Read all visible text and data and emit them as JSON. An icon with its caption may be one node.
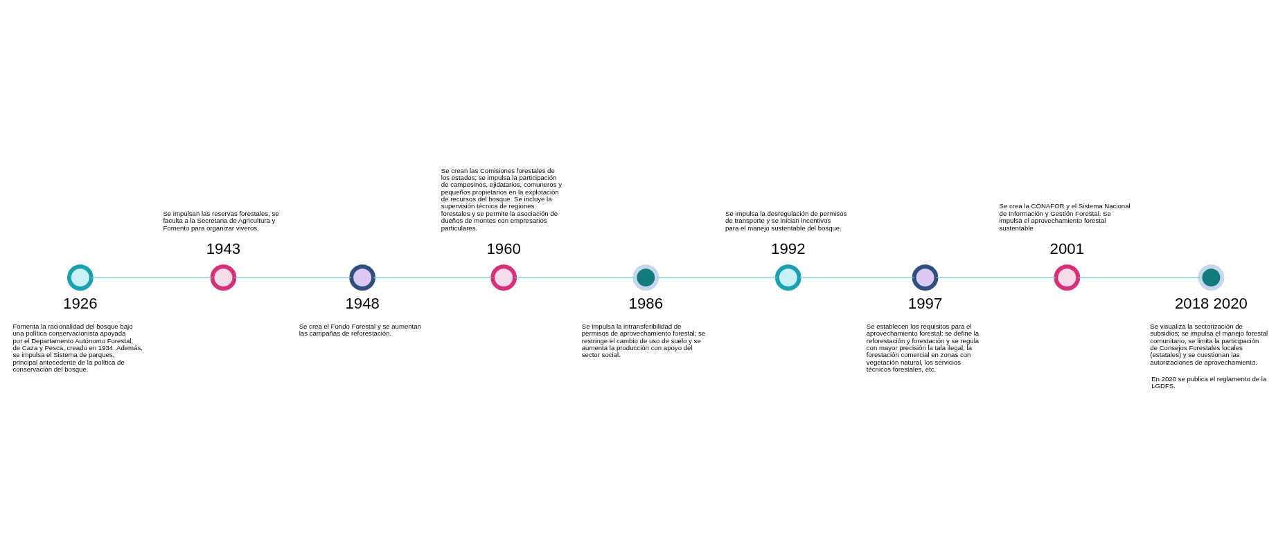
{
  "diagram": {
    "nodes": [
      {
        "text": [],
        "shape": "circle",
        "beside": [
          "1926",
          "Fomenta la racionalidad del bosque bajo una política conservacionista apoyada por el Departamento Autónomo Forestal, de Caza y Pesca, creado en 1934. Además, se impulsa el Sistema de parques, principal antecedente de la política de conservación del bosque."
        ]
      },
      {
        "text": [],
        "shape": "circle",
        "beside": [
          "Se impulsan las reservas forestales, se faculta a la Secretaria de Agricultura y Fomento para organizar viveros.",
          "1943"
        ]
      },
      {
        "text": [],
        "shape": "circle",
        "beside": [
          "1948",
          "Se crea el Fondo Forestal y se aumentan las campañas de reforestación."
        ]
      },
      {
        "text": [],
        "shape": "circle",
        "beside": [
          "Se crean las Comisiones forestales de los estados; se impulsa la participación de campesinos, ejidatarios, comuneros y pequeños propietarios en la explotación de recursos del bosque. Se incluye la supervisión técnica de regiones forestales y se permite la asociación de dueños de montes con empresarios particulares.",
          "1960"
        ]
      },
      {
        "text": [],
        "shape": "circle",
        "beside": [
          "1986",
          "Se impulsa la intransferibilidad de permisos de aprovechamiento forestal; se restringe el cambio de uso de suelo y se aumenta la producción con apoyo del sector social."
        ]
      },
      {
        "text": [],
        "shape": "circle",
        "beside": [
          "Se impulsa la desregulación de permisos de transporte y se inician incentivos para el manejo sustentable del bosque.",
          "1992"
        ]
      },
      {
        "text": [],
        "shape": "circle",
        "beside": [
          "1997",
          "Se establecen los requisitos para el aprovechamiento forestal; se define la reforestación y forestación y se regula con mayor precisión la tala ilegal, la forestación comercial en zonas con vegetación natural, los servicios técnicos forestales, etc."
        ]
      },
      {
        "text": [],
        "shape": "circle",
        "beside": [
          "Se crea la CONAFOR y el Sistema Nacional de Información y Gestión Forestal. Se impulsa el aprovechamiento forestal sustentable",
          "2001"
        ]
      },
      {
        "text": [],
        "shape": "circle",
        "beside": [
          "2018 2020",
          "Se visualiza la sectorización de subsidios; se impulsa el manejo forestal comunitario, se limita la participación de Consejos Forestales locales (estatales) y se cuestionan las autorizaciones de aprovechamiento.",
          "En 2020 se publica el reglamento de la LGDFS."
        ]
      }
    ],
    "edges": [
      {
        "from": 0,
        "to": 1,
        "arrow": "none"
      },
      {
        "from": 1,
        "to": 2,
        "arrow": "none"
      },
      {
        "from": 2,
        "to": 3,
        "arrow": "none"
      },
      {
        "from": 3,
        "to": 4,
        "arrow": "none"
      },
      {
        "from": 4,
        "to": 5,
        "arrow": "none"
      },
      {
        "from": 5,
        "to": 6,
        "arrow": "none"
      },
      {
        "from": 6,
        "to": 7,
        "arrow": "none"
      },
      {
        "from": 7,
        "to": 8,
        "arrow": "none"
      }
    ]
  }
}
